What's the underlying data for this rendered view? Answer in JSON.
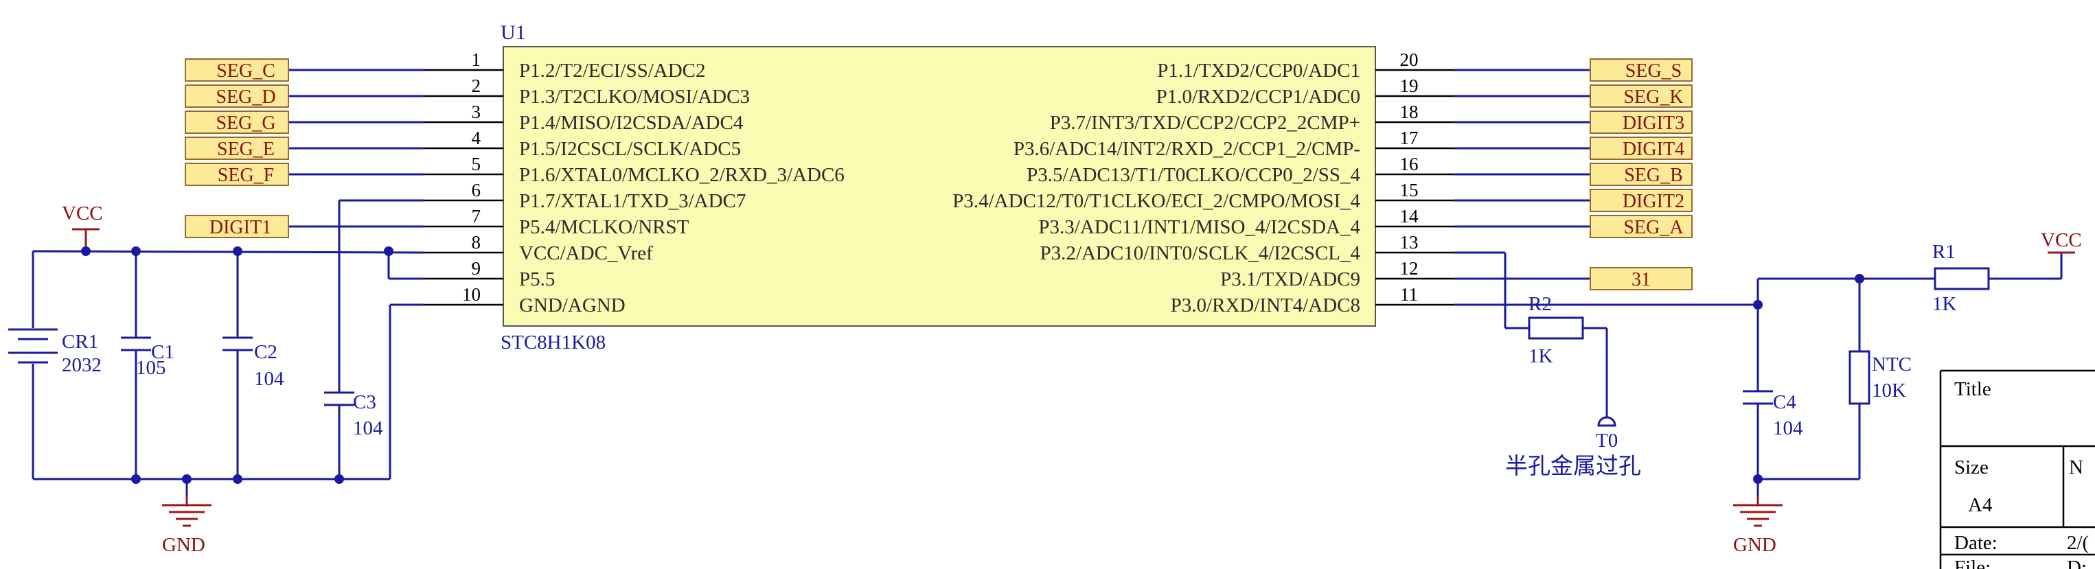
{
  "ic": {
    "designator": "U1",
    "part": "STC8H1K08",
    "left_pins": [
      {
        "num": "1",
        "name": "P1.2/T2/ECI/SS/ADC2"
      },
      {
        "num": "2",
        "name": "P1.3/T2CLKO/MOSI/ADC3"
      },
      {
        "num": "3",
        "name": "P1.4/MISO/I2CSDA/ADC4"
      },
      {
        "num": "4",
        "name": "P1.5/I2CSCL/SCLK/ADC5"
      },
      {
        "num": "5",
        "name": "P1.6/XTAL0/MCLKO_2/RXD_3/ADC6"
      },
      {
        "num": "6",
        "name": "P1.7/XTAL1/TXD_3/ADC7"
      },
      {
        "num": "7",
        "name": "P5.4/MCLKO/NRST"
      },
      {
        "num": "8",
        "name": "VCC/ADC_Vref"
      },
      {
        "num": "9",
        "name": "P5.5"
      },
      {
        "num": "10",
        "name": "GND/AGND"
      }
    ],
    "right_pins": [
      {
        "num": "20",
        "name": "P1.1/TXD2/CCP0/ADC1"
      },
      {
        "num": "19",
        "name": "P1.0/RXD2/CCP1/ADC0"
      },
      {
        "num": "18",
        "name": "P3.7/INT3/TXD/CCP2/CCP2_2CMP+"
      },
      {
        "num": "17",
        "name": "P3.6/ADC14/INT2/RXD_2/CCP1_2/CMP-"
      },
      {
        "num": "16",
        "name": "P3.5/ADC13/T1/T0CLKO/CCP0_2/SS_4"
      },
      {
        "num": "15",
        "name": "P3.4/ADC12/T0/T1CLKO/ECI_2/CMPO/MOSI_4"
      },
      {
        "num": "14",
        "name": "P3.3/ADC11/INT1/MISO_4/I2CSDA_4"
      },
      {
        "num": "13",
        "name": "P3.2/ADC10/INT0/SCLK_4/I2CSCL_4"
      },
      {
        "num": "12",
        "name": "P3.1/TXD/ADC9"
      },
      {
        "num": "11",
        "name": "P3.0/RXD/INT4/ADC8"
      }
    ]
  },
  "net_labels_left": [
    "SEG_C",
    "SEG_D",
    "SEG_G",
    "SEG_E",
    "SEG_F"
  ],
  "net_label_digit1": "DIGIT1",
  "net_labels_right": [
    "SEG_S",
    "SEG_K",
    "DIGIT3",
    "DIGIT4",
    "SEG_B",
    "DIGIT2",
    "SEG_A"
  ],
  "net_label_31": "31",
  "power": {
    "vcc": "VCC",
    "gnd": "GND"
  },
  "components": {
    "cr1": {
      "ref": "CR1",
      "value": "2032"
    },
    "c1": {
      "ref": "C1",
      "value": "105"
    },
    "c2": {
      "ref": "C2",
      "value": "104"
    },
    "c3": {
      "ref": "C3",
      "value": "104"
    },
    "c4": {
      "ref": "C4",
      "value": "104"
    },
    "r1": {
      "ref": "R1",
      "value": "1K"
    },
    "r2": {
      "ref": "R2",
      "value": "1K"
    },
    "ntc": {
      "ref": "NTC",
      "value": "10K"
    },
    "t0": {
      "ref": "T0",
      "note": "半孔金属过孔"
    }
  },
  "title_block": {
    "title_label": "Title",
    "size_label": "Size",
    "size_value": "A4",
    "number_label": "N",
    "date_label": "Date:",
    "date_value": "2/(",
    "file_label": "File:",
    "file_value": "D:"
  },
  "colors": {
    "wire": "#1a1aa0",
    "ic_fill": "#fbfbb4",
    "label_fill": "#fbeb98",
    "power": "#9a1a1a"
  }
}
